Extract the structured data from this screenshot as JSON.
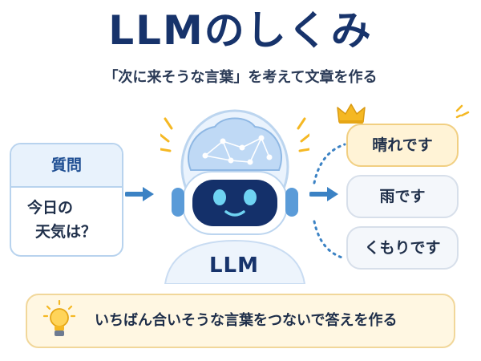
{
  "header": {
    "title": "LLMのしくみ",
    "subtitle": "「次に来そうな言葉」を考えて文章を作る"
  },
  "question": {
    "heading": "質問",
    "lines": [
      "今日の",
      "天気は？"
    ]
  },
  "model": {
    "label": "LLM"
  },
  "answers": [
    {
      "text": "晴れです",
      "highlighted": true
    },
    {
      "text": "雨です",
      "highlighted": false
    },
    {
      "text": "くもりです",
      "highlighted": false
    }
  ],
  "footer": {
    "text": "いちばん合いそうな言葉をつないで答えを作る"
  },
  "icons": {
    "best_answer": "crown-icon",
    "tip": "lightbulb-icon"
  },
  "colors": {
    "title": "#17336b",
    "accent_blue": "#3b82c4",
    "highlight_yellow": "#f5b823",
    "card_border": "#b8d3ee"
  }
}
